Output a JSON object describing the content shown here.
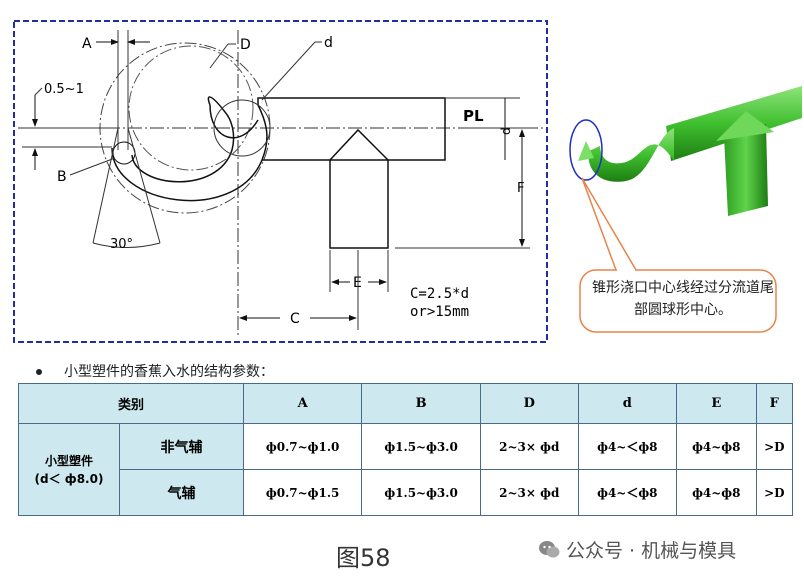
{
  "drawing": {
    "labels": {
      "A": "A",
      "D": "D",
      "d": "d",
      "range": "0.5~1",
      "B": "B",
      "angle": "30°",
      "PL": "PL",
      "F": "F",
      "E": "E",
      "C": "C",
      "small_d": "d",
      "formula_line1": "C=2.5*d",
      "formula_line2": "or>15mm"
    }
  },
  "model": {
    "callout": "锥形浇口中心线经过分流道尾部圆球形中心。"
  },
  "bullet": "小型塑件的香蕉入水的结构参数：",
  "table": {
    "headers": [
      "类别",
      "A",
      "B",
      "D",
      "d",
      "E",
      "F"
    ],
    "group_line1": "小型塑件",
    "group_line2": "(d＜ ф8.0)",
    "rows": [
      {
        "type": "非气辅",
        "A": "ф0.7~ф1.0",
        "B": "ф1.5~ф3.0",
        "D": "2~3× фd",
        "d": "ф4~＜ф8",
        "E": "ф4~ф8",
        "F": ">D"
      },
      {
        "type": "气辅",
        "A": "ф0.7~ф1.5",
        "B": "ф1.5~ф3.0",
        "D": "2~3× фd",
        "d": "ф4~＜ф8",
        "E": "ф4~ф8",
        "F": ">D"
      }
    ]
  },
  "caption": "图58",
  "watermark": "公众号 · 机械与模具",
  "colors": {
    "table_header_bg": "#cde9ef",
    "model_green": "#3fbf2f",
    "callout_border": "#e8844a",
    "frame_blue": "#1f2f9f"
  }
}
